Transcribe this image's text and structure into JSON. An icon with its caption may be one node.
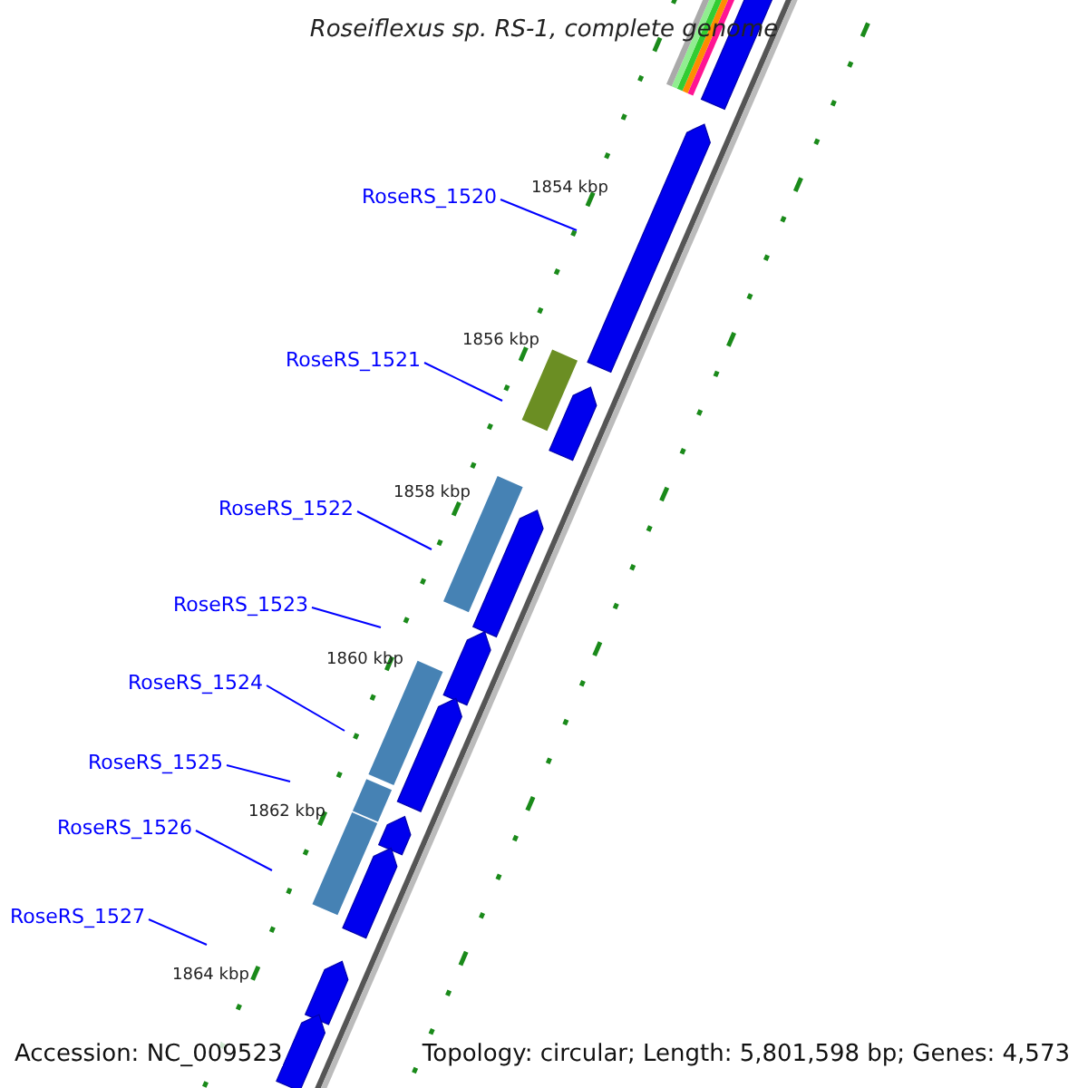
{
  "diagram": {
    "title": "Roseiflexus sp. RS-1, complete genome",
    "nodes": [
      {
        "text": [
          "RoseRS_1520"
        ]
      },
      {
        "text": [
          "RoseRS_1521"
        ]
      },
      {
        "text": [
          "RoseRS_1522"
        ]
      },
      {
        "text": [
          "RoseRS_1523"
        ]
      },
      {
        "text": [
          "RoseRS_1524"
        ]
      },
      {
        "text": [
          "RoseRS_1525"
        ]
      },
      {
        "text": [
          "RoseRS_1526"
        ]
      },
      {
        "text": [
          "RoseRS_1527"
        ]
      }
    ],
    "edges": [
      {
        "from": 0,
        "to": null,
        "arrow": "none"
      },
      {
        "from": 1,
        "to": null,
        "arrow": "none"
      },
      {
        "from": 2,
        "to": null,
        "arrow": "none"
      },
      {
        "from": 3,
        "to": null,
        "arrow": "none"
      },
      {
        "from": 4,
        "to": null,
        "arrow": "none"
      },
      {
        "from": 5,
        "to": null,
        "arrow": "none"
      },
      {
        "from": 6,
        "to": null,
        "arrow": "none"
      },
      {
        "from": 7,
        "to": null,
        "arrow": "none"
      }
    ],
    "labels": [
      "1854 kbp",
      "1856 kbp",
      "1858 kbp",
      "1860 kbp",
      "1862 kbp",
      "1864 kbp",
      "Accession: NC_009523",
      "Topology: circular; Length: 5,801,598 bp; Genes: 4,573"
    ]
  }
}
